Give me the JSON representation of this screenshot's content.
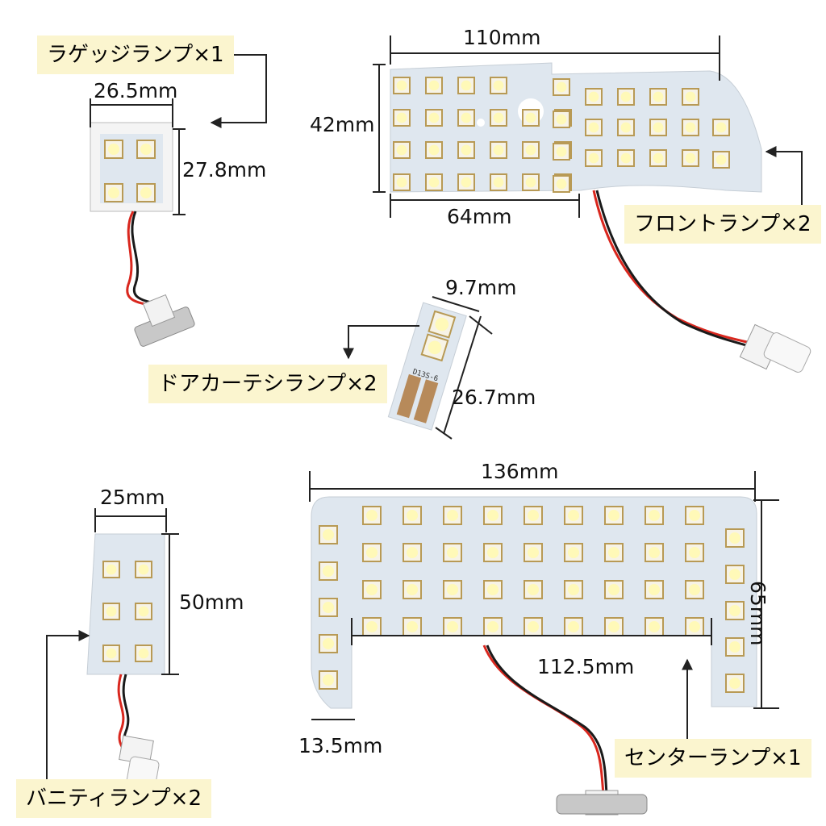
{
  "labels": {
    "luggage": "ラゲッジランプ×1",
    "front": "フロントランプ×2",
    "door": "ドアカーテシランプ×2",
    "vanity": "バニティランプ×2",
    "center": "センターランプ×1"
  },
  "dims": {
    "luggage_w": "26.5mm",
    "luggage_h": "27.8mm",
    "front_w": "110mm",
    "front_h": "42mm",
    "front_inner": "64mm",
    "door_w": "9.7mm",
    "door_h": "26.7mm",
    "vanity_w": "25mm",
    "vanity_h": "50mm",
    "center_w": "136mm",
    "center_h": "65mm",
    "center_inner": "112.5mm",
    "center_edge": "13.5mm"
  },
  "pcb_marking": "D13S-6",
  "colors": {
    "pcb": "#dfe7ef",
    "label_bg": "#fbf5cf",
    "wire_red": "#d9271e",
    "wire_black": "#1a1a1a"
  }
}
